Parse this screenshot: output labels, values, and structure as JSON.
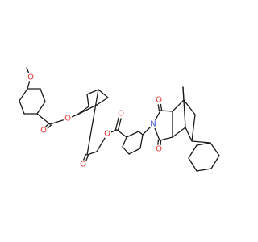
{
  "molecule": {
    "atoms": [
      {
        "id": "Om",
        "label": "O",
        "color": "#e8332e"
      },
      {
        "id": "Ob",
        "label": "O",
        "color": "#e8332e"
      },
      {
        "id": "Oc",
        "label": "O",
        "color": "#e8332e"
      },
      {
        "id": "Od",
        "label": "O",
        "color": "#e8332e"
      },
      {
        "id": "Oe",
        "label": "O",
        "color": "#e8332e"
      },
      {
        "id": "Of",
        "label": "O",
        "color": "#e8332e"
      },
      {
        "id": "Og",
        "label": "O",
        "color": "#e8332e"
      },
      {
        "id": "Oh",
        "label": "O",
        "color": "#e8332e"
      },
      {
        "id": "N1",
        "label": "N",
        "color": "#3b4fd1"
      }
    ],
    "colors": {
      "bond": "#1a1a1a",
      "oxygen": "#e8332e",
      "nitrogen": "#3b4fd1",
      "background": "#ffffff"
    }
  }
}
